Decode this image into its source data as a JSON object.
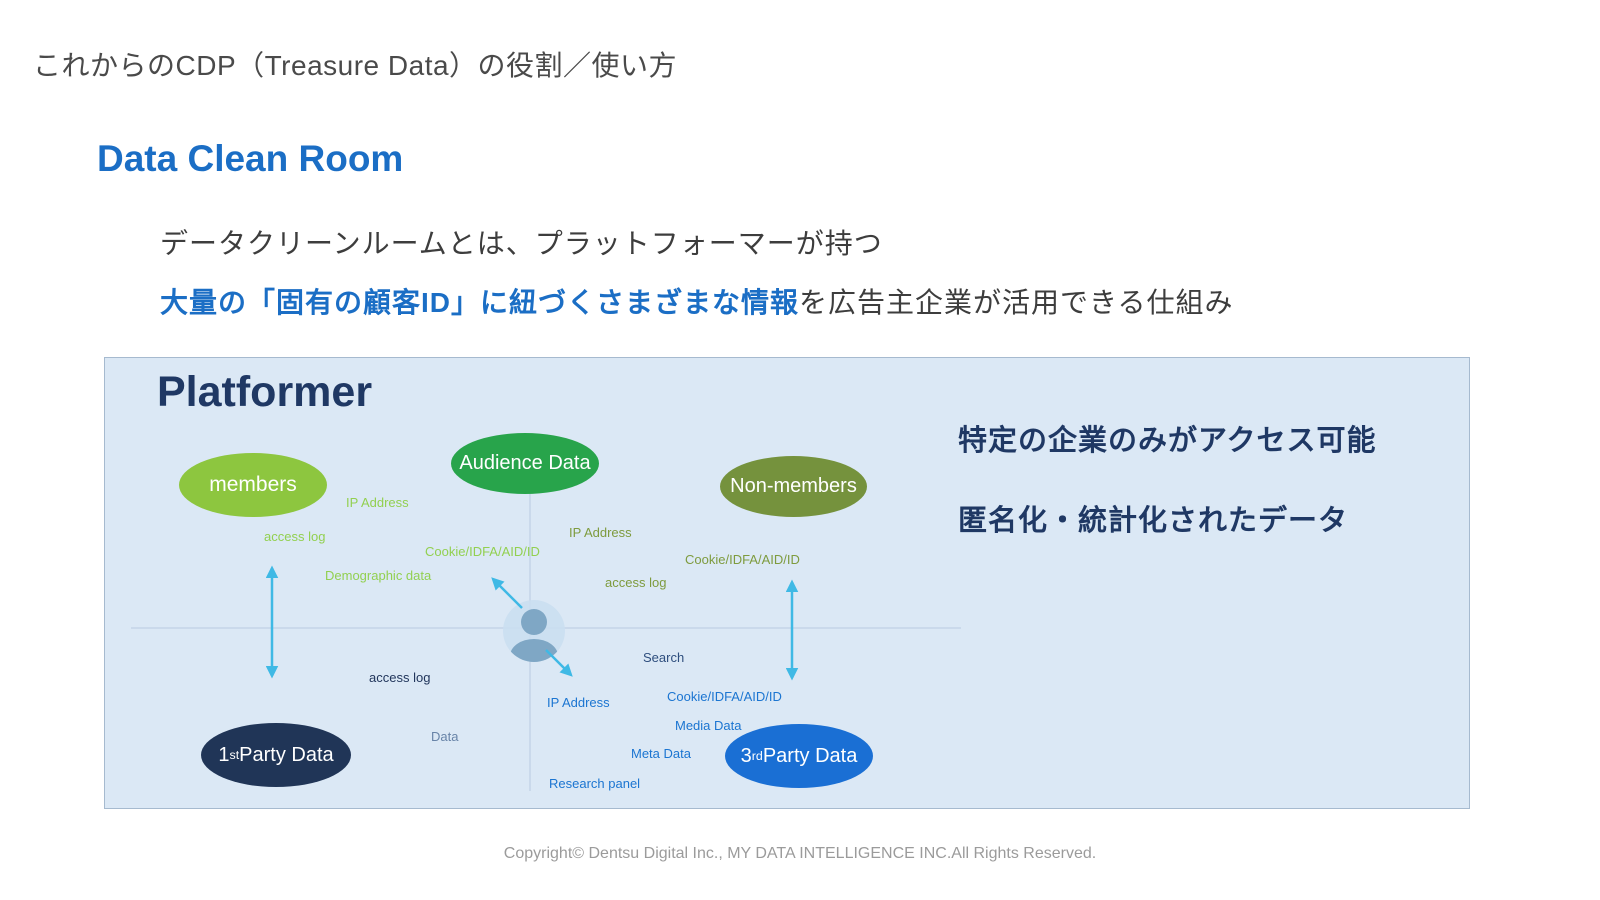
{
  "page": {
    "title": "これからのCDP（Treasure Data）の役割／使い方",
    "footer": "Copyright© Dentsu Digital Inc., MY DATA INTELLIGENCE INC.All Rights Reserved."
  },
  "section": {
    "heading": "Data Clean Room",
    "line1": "データクリーンルームとは、プラットフォーマーが持つ",
    "line2_highlight": "大量の「固有の顧客ID」に紐づくさまざまな情報",
    "line2_rest": "を広告主企業が活用できる仕組み"
  },
  "diagram": {
    "title": "Platformer",
    "ellipses": {
      "members": "members",
      "audience": "Audience Data",
      "nonmembers": "Non-members",
      "first_party": {
        "base": "1",
        "sup": "st",
        "rest": "Party Data"
      },
      "third_party": {
        "base": "3",
        "sup": "rd",
        "rest": "Party Data"
      }
    },
    "labels": [
      {
        "text": "IP Address"
      },
      {
        "text": "access log"
      },
      {
        "text": "Cookie/IDFA/AID/ID"
      },
      {
        "text": "Demographic data"
      },
      {
        "text": "IP Address"
      },
      {
        "text": "Cookie/IDFA/AID/ID"
      },
      {
        "text": "access log"
      },
      {
        "text": "Search"
      },
      {
        "text": "access log"
      },
      {
        "text": "IP Address"
      },
      {
        "text": "Cookie/IDFA/AID/ID"
      },
      {
        "text": "Media Data"
      },
      {
        "text": "Data"
      },
      {
        "text": "Meta Data"
      },
      {
        "text": "Research panel"
      }
    ],
    "notes": [
      "特定の企業のみがアクセス可能",
      "匿名化・統計化されたデータ"
    ],
    "colors": {
      "panel_bg": "#dbe8f5",
      "heading_blue": "#1b6ec5",
      "dark_navy": "#1f3864",
      "members_green": "#8dc63f",
      "audience_green": "#28a44b",
      "nonmembers_olive": "#75923d",
      "first_party_navy": "#203557",
      "third_party_blue": "#1a6fd4",
      "label_light_green": "#92d050",
      "label_olive": "#7e9b3e",
      "label_blue": "#1b75d1",
      "arrow_blue": "#3fb9e5"
    }
  }
}
